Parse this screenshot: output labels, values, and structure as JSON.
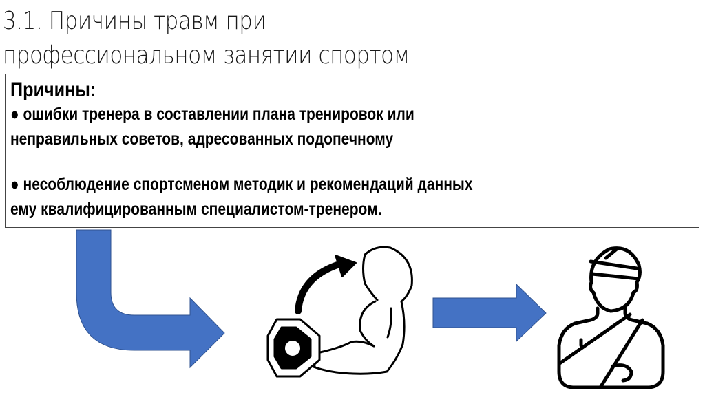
{
  "slide": {
    "title_lines": [
      "3.1. Причины травм при",
      "профессиональном занятии спортом"
    ],
    "causes_box": {
      "heading": "Причины:",
      "items": [
        {
          "bullet": "●",
          "lines": [
            "ошибки тренера в составлении плана тренировок или",
            "неправильных советов, адресованных подопечному"
          ]
        },
        {
          "bullet": "●",
          "lines": [
            "несоблюдение спортсменом методик и рекомендаций данных",
            "ему квалифицированным специалистом-тренером."
          ]
        }
      ]
    },
    "flow": {
      "arrow_color": "#4472C4",
      "arrow_stroke": "#2F528F",
      "icons": [
        "bent-arrow-icon",
        "flexed-arm-dumbbell-icon",
        "right-arrow-icon",
        "injured-person-icon"
      ]
    }
  }
}
